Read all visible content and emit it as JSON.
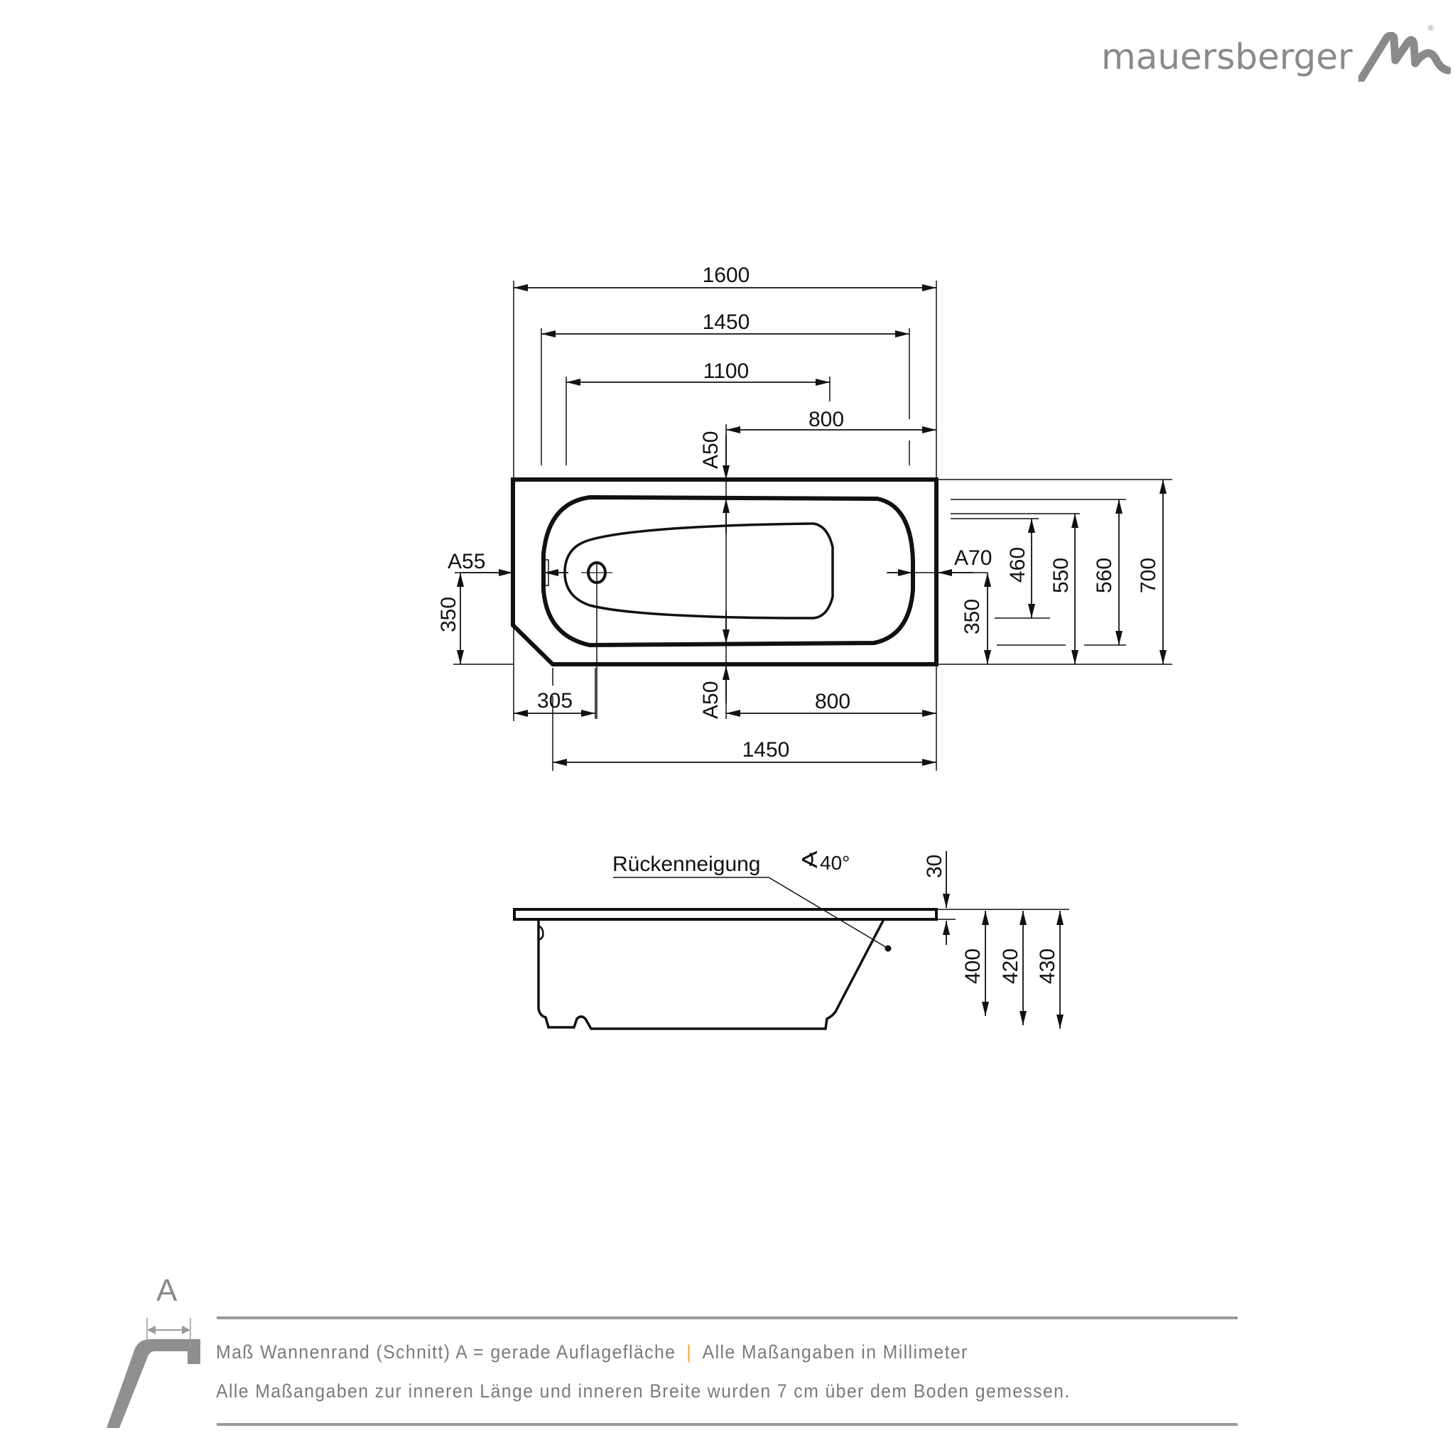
{
  "brand": {
    "name": "mauersberger",
    "registered_mark": "®",
    "color": "#8a8a8a"
  },
  "top_view": {
    "overall_length": "1600",
    "inner_length_top": "1450",
    "basin_length": "1100",
    "top_offset": "800",
    "top_rim": "A50",
    "left_rim": "A55",
    "right_rim": "A70",
    "left_drain_height": "350",
    "chamfer_length": "305",
    "bottom_offset": "800",
    "bottom_rim": "A50",
    "bottom_length": "1450",
    "right_dims": [
      "350",
      "460",
      "550",
      "560",
      "700"
    ]
  },
  "side_view": {
    "annotation": "Rückenneigung",
    "angle": "40°",
    "rim_thickness": "30",
    "heights": [
      "400",
      "420",
      "430"
    ]
  },
  "footer": {
    "a_label": "A",
    "line1_left": "Maß Wannenrand (Schnitt) A = gerade Auflagefläche",
    "separator": "|",
    "line1_right": "Alle Maßangaben in Millimeter",
    "line2": "Alle Maßangaben zur inneren Länge und inneren Breite wurden 7 cm über dem Boden gemessen.",
    "accent_color": "#f0a840",
    "text_color": "#7a7a7a"
  }
}
